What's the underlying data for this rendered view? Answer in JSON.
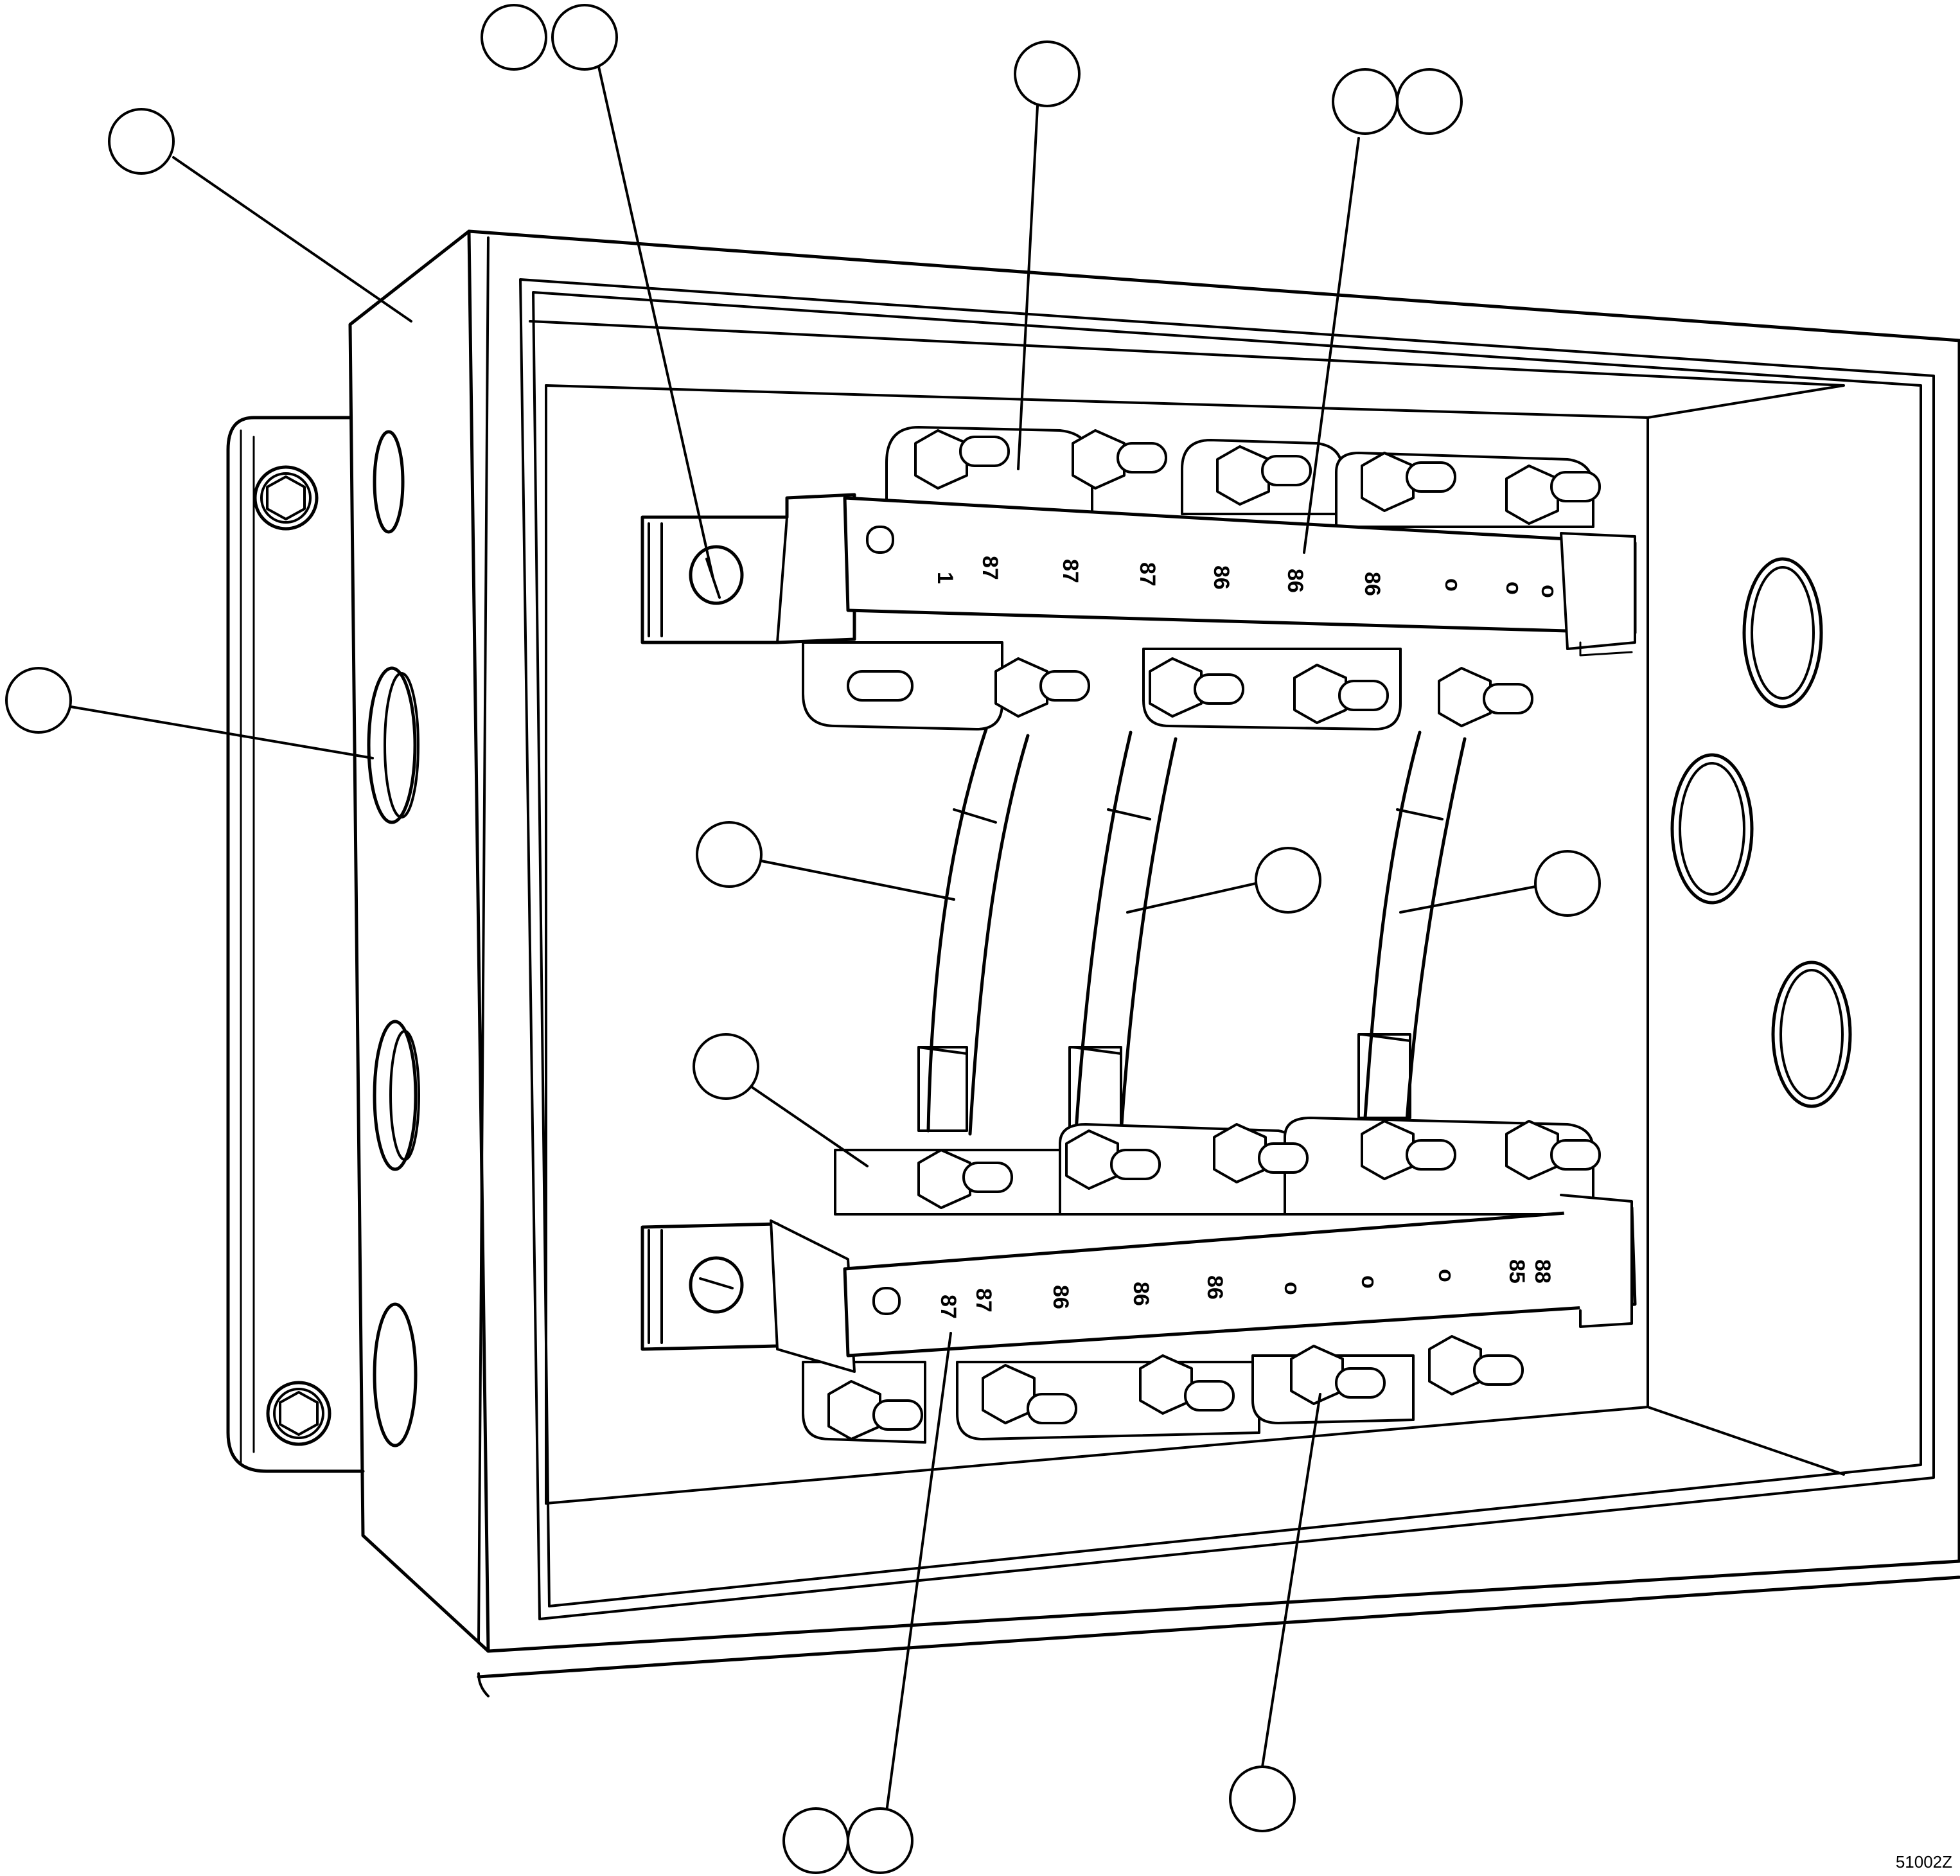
{
  "figure_id": "51002Z",
  "upper_strip_markings": [
    "1",
    "87",
    "87",
    "87",
    "86",
    "86",
    "86",
    "o",
    "o",
    "o"
  ],
  "lower_strip_markings": [
    "87",
    "87",
    "86",
    "86",
    "86",
    "o",
    "o",
    "o",
    "85",
    "88"
  ],
  "callout_count": 14,
  "colors": {
    "line": "#000000",
    "paper": "#ffffff"
  }
}
